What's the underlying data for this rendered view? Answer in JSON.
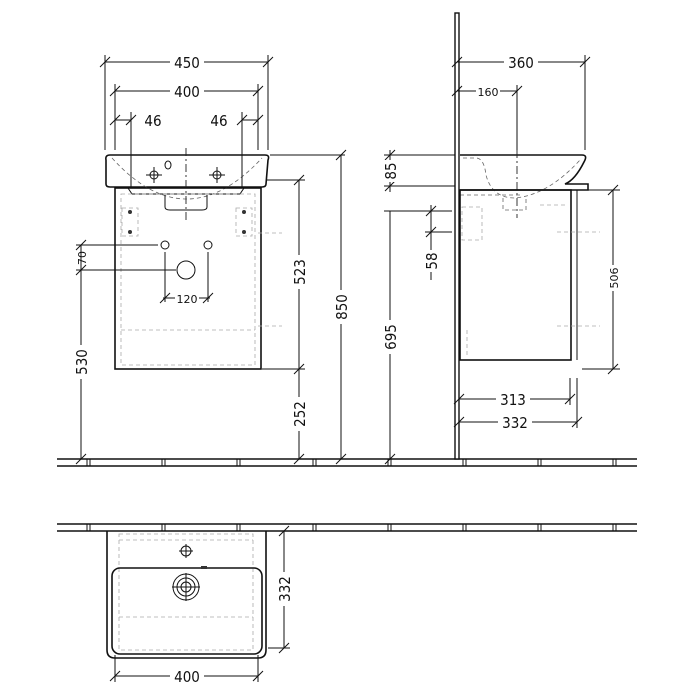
{
  "drawing": {
    "type": "technical dimension drawing",
    "subject": "washbasin with vanity unit",
    "units": "mm",
    "views": {
      "front": {
        "dimensions": {
          "basin_width": "450",
          "cabinet_width": "400",
          "tap_offset_left": "46",
          "tap_offset_right": "46",
          "supply_spacing": "120",
          "supply_vertical_offset": "70",
          "supply_height": "530",
          "cabinet_height": "523",
          "cabinet_floor_clearance": "252",
          "basin_top_height": "850"
        }
      },
      "side": {
        "dimensions": {
          "basin_depth": "360",
          "tap_hole_distance": "160",
          "basin_thickness": "85",
          "bracket_height": "58",
          "bracket_floor_height": "695",
          "cabinet_height": "506",
          "cabinet_inner_depth": "313",
          "cabinet_depth": "332"
        }
      },
      "top": {
        "dimensions": {
          "depth": "332",
          "width": "400"
        }
      }
    }
  }
}
